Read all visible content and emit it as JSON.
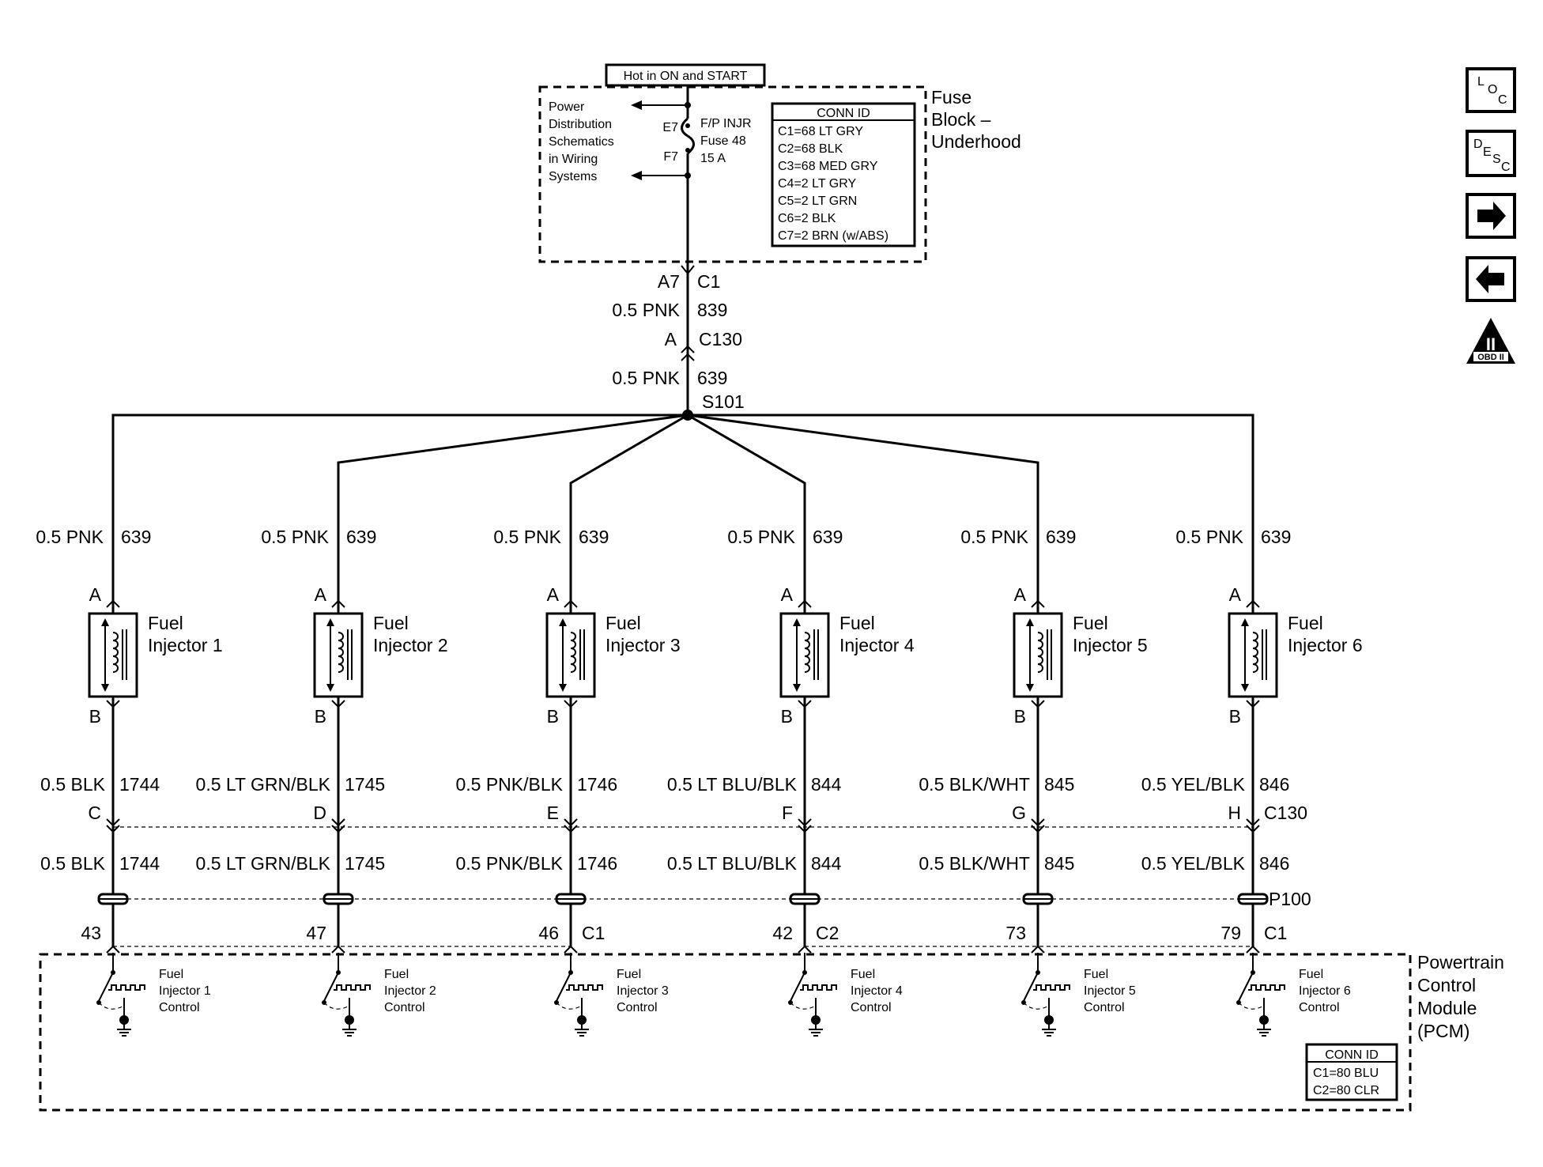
{
  "fuse_block": {
    "hot_label": "Hot in ON and START",
    "power_dist": [
      "Power",
      "Distribution",
      "Schematics",
      "in Wiring",
      "Systems"
    ],
    "fuse_pin_top": "E7",
    "fuse_pin_bottom": "F7",
    "fuse_name": [
      "F/P INJR",
      "Fuse 48",
      "15 A"
    ],
    "title": [
      "Fuse",
      "Block –",
      "Underhood"
    ],
    "conn_title": "CONN ID",
    "conn_items": [
      "C1=68 LT GRY",
      "C2=68 BLK",
      "C3=68 MED GRY",
      "C4=2 LT GRY",
      "C5=2 LT GRN",
      "C6=2 BLK",
      "C7=2 BRN (w/ABS)"
    ]
  },
  "feed": {
    "pin_a7": "A7",
    "conn_c1": "C1",
    "wire1_color": "0.5 PNK",
    "wire1_circuit": "839",
    "pin_a": "A",
    "conn_c130": "C130",
    "wire2_color": "0.5 PNK",
    "wire2_circuit": "639",
    "splice": "S101"
  },
  "injectors": [
    {
      "upper_color": "0.5 PNK",
      "upper_circuit": "639",
      "pin_top": "A",
      "name1": "Fuel",
      "name2": "Injector 1",
      "pin_bottom": "B",
      "lower_color": "0.5 BLK",
      "lower_circuit": "1744",
      "c130_pin": "C",
      "ctrl": [
        "Fuel",
        "Injector 1",
        "Control"
      ],
      "pcm_pin": "43"
    },
    {
      "upper_color": "0.5 PNK",
      "upper_circuit": "639",
      "pin_top": "A",
      "name1": "Fuel",
      "name2": "Injector 2",
      "pin_bottom": "B",
      "lower_color": "0.5 LT GRN/BLK",
      "lower_circuit": "1745",
      "c130_pin": "D",
      "ctrl": [
        "Fuel",
        "Injector 2",
        "Control"
      ],
      "pcm_pin": "47"
    },
    {
      "upper_color": "0.5 PNK",
      "upper_circuit": "639",
      "pin_top": "A",
      "name1": "Fuel",
      "name2": "Injector 3",
      "pin_bottom": "B",
      "lower_color": "0.5 PNK/BLK",
      "lower_circuit": "1746",
      "c130_pin": "E",
      "ctrl": [
        "Fuel",
        "Injector 3",
        "Control"
      ],
      "pcm_pin": "46"
    },
    {
      "upper_color": "0.5 PNK",
      "upper_circuit": "639",
      "pin_top": "A",
      "name1": "Fuel",
      "name2": "Injector 4",
      "pin_bottom": "B",
      "lower_color": "0.5 LT BLU/BLK",
      "lower_circuit": "844",
      "c130_pin": "F",
      "ctrl": [
        "Fuel",
        "Injector 4",
        "Control"
      ],
      "pcm_pin": "42"
    },
    {
      "upper_color": "0.5 PNK",
      "upper_circuit": "639",
      "pin_top": "A",
      "name1": "Fuel",
      "name2": "Injector 5",
      "pin_bottom": "B",
      "lower_color": "0.5 BLK/WHT",
      "lower_circuit": "845",
      "c130_pin": "G",
      "ctrl": [
        "Fuel",
        "Injector 5",
        "Control"
      ],
      "pcm_pin": "73"
    },
    {
      "upper_color": "0.5 PNK",
      "upper_circuit": "639",
      "pin_top": "A",
      "name1": "Fuel",
      "name2": "Injector 6",
      "pin_bottom": "B",
      "lower_color": "0.5 YEL/BLK",
      "lower_circuit": "846",
      "c130_pin": "H",
      "ctrl": [
        "Fuel",
        "Injector 6",
        "Control"
      ],
      "pcm_pin": "79"
    }
  ],
  "connectors": {
    "c130": "C130",
    "p100": "P100",
    "pcm_c1_a": "C1",
    "pcm_c2": "C2",
    "pcm_c1_b": "C1"
  },
  "pcm": {
    "title": [
      "Powertrain",
      "Control",
      "Module",
      "(PCM)"
    ],
    "conn_title": "CONN ID",
    "conn_items": [
      "C1=80 BLU",
      "C2=80 CLR"
    ]
  },
  "nav": {
    "loc": [
      "L",
      "O",
      "C"
    ],
    "desc": [
      "D",
      "E",
      "S",
      "C"
    ],
    "obd_big": "II",
    "obd_small": "OBD II",
    "next_icon": "arrow-right-icon",
    "prev_icon": "arrow-left-icon"
  }
}
